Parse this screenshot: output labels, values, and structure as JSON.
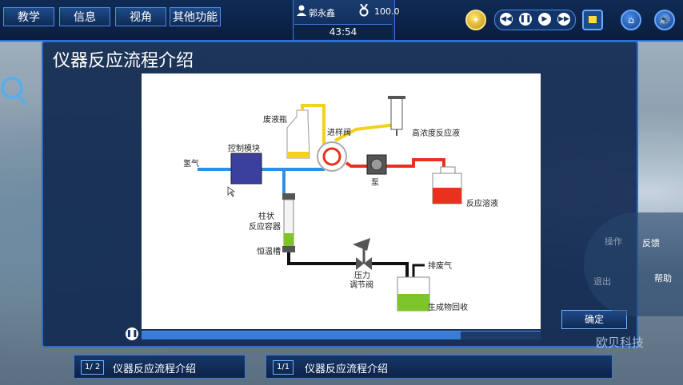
{
  "menu": {
    "items": [
      {
        "label": "教学"
      },
      {
        "label": "信息"
      },
      {
        "label": "视角"
      },
      {
        "label": "其他功能"
      }
    ]
  },
  "user": {
    "name": "郭永鑫",
    "score": "100.0",
    "timer": "43:54"
  },
  "icons": {
    "user": "user-icon",
    "medal": "medal-icon",
    "sun": "sun-icon",
    "rewind": "rewind-icon",
    "pause": "pause-icon",
    "play": "play-icon",
    "fast_forward": "fast-forward-icon",
    "bookmark": "bookmark-icon",
    "home": "home-icon",
    "volume": "volume-icon",
    "magnify": "magnifier-icon"
  },
  "panel": {
    "title": "仪器反应流程介绍",
    "confirm_label": "确定"
  },
  "diagram": {
    "labels": {
      "waste_bottle": "废液瓶",
      "injection_valve": "进样阀",
      "high_conc": "高浓度反应液",
      "control_module": "控制模块",
      "hydrogen": "氢气",
      "pump": "泵",
      "reaction_solution": "反应溶液",
      "column_line1": "柱状",
      "column_line2": "反应容器",
      "thermostat": "恒温槽",
      "exhaust": "排废气",
      "pressure_line1": "压力",
      "pressure_line2": "调节阀",
      "product_recovery": "生成物回收"
    },
    "colors": {
      "hydrogen_line": "#2f8fe3",
      "waste_line": "#f2d21a",
      "reaction_line": "#e8321e",
      "product_line": "#111111",
      "product_fill": "#7cc52a",
      "control_box": "#3b3f9e"
    }
  },
  "progress": {
    "value": 0.8
  },
  "steps": [
    {
      "num": "1/ 2",
      "label": "仪器反应流程介绍"
    },
    {
      "num": "1/1",
      "label": "仪器反应流程介绍"
    }
  ],
  "side_tools": {
    "feedback": "反馈",
    "help": "帮助",
    "settings": "操作",
    "exit": "退出"
  },
  "watermark": "欧贝科技"
}
